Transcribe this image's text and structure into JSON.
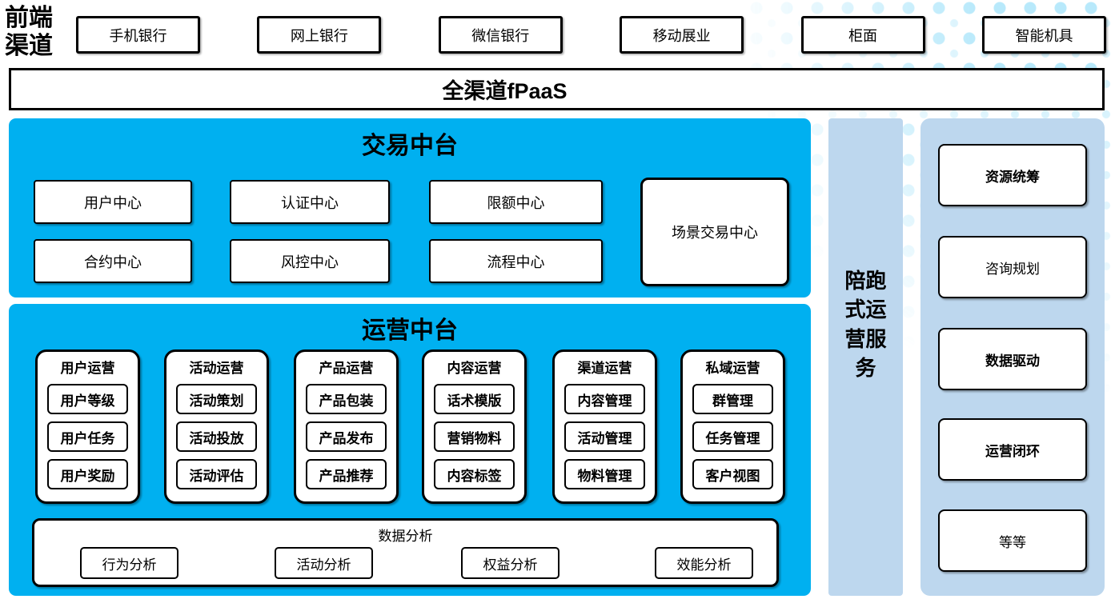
{
  "header": {
    "label": "前端渠道",
    "channels": [
      "手机银行",
      "网上银行",
      "微信银行",
      "移动展业",
      "柜面",
      "智能机具"
    ]
  },
  "fpaas_bar": {
    "title": "全渠道fPaaS"
  },
  "transaction_platform": {
    "title": "交易中台",
    "centers_row1": [
      "用户中心",
      "认证中心",
      "限额中心"
    ],
    "centers_row2": [
      "合约中心",
      "风控中心",
      "流程中心"
    ],
    "scene_center": "场景交易中心"
  },
  "operation_platform": {
    "title": "运营中台",
    "columns": [
      {
        "header": "用户运营",
        "items": [
          "用户等级",
          "用户任务",
          "用户奖励"
        ]
      },
      {
        "header": "活动运营",
        "items": [
          "活动策划",
          "活动投放",
          "活动评估"
        ]
      },
      {
        "header": "产品运营",
        "items": [
          "产品包装",
          "产品发布",
          "产品推荐"
        ]
      },
      {
        "header": "内容运营",
        "items": [
          "话术模版",
          "营销物料",
          "内容标签"
        ]
      },
      {
        "header": "渠道运营",
        "items": [
          "内容管理",
          "活动管理",
          "物料管理"
        ]
      },
      {
        "header": "私域运营",
        "items": [
          "群管理",
          "任务管理",
          "客户视图"
        ]
      }
    ],
    "data_analysis": {
      "title": "数据分析",
      "items": [
        "行为分析",
        "活动分析",
        "权益分析",
        "效能分析"
      ]
    }
  },
  "side_strip": {
    "label": "陪跑式运营服务"
  },
  "right_panel": {
    "items": [
      "资源统筹",
      "咨询规划",
      "数据驱动",
      "运营闭环",
      "等等"
    ]
  },
  "colors": {
    "accent_cyan": "#00B0F0",
    "accent_light_blue": "#BDD7EE",
    "dot_pattern": "#BEE7F7",
    "border": "#000000"
  }
}
